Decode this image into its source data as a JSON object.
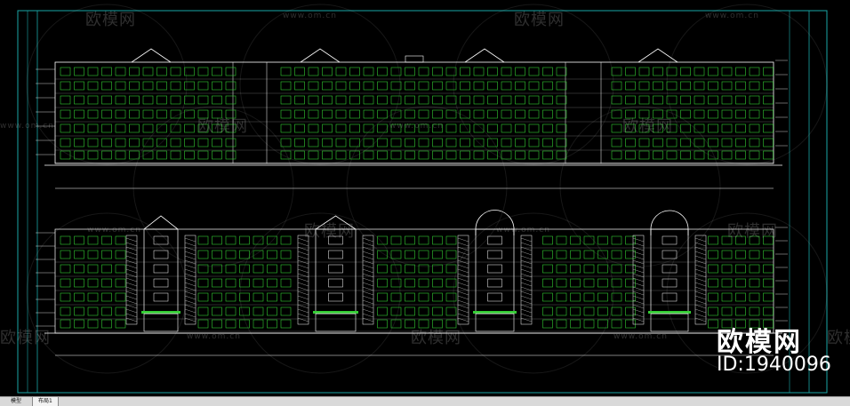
{
  "watermark": {
    "brand": "欧模网",
    "url": "www.om.cn"
  },
  "badge": {
    "brand": "欧模网",
    "id": "ID:1940096"
  },
  "tabs": [
    {
      "label": "模型"
    },
    {
      "label": "布局1"
    }
  ],
  "colors": {
    "background": "#000000",
    "lines": "#ffffff",
    "windows": "#33cc33",
    "frame": "#1aa6a6"
  }
}
